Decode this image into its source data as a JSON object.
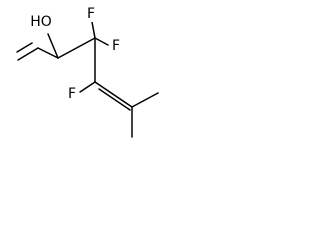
{
  "molecule": {
    "atoms": {
      "hydroxyl": "HO",
      "fluorine_top_left": "F",
      "fluorine_top_right": "F",
      "fluorine_bottom": "F"
    }
  },
  "colors": {
    "bond": "#000000",
    "text": "#000000",
    "background": "#ffffff"
  }
}
